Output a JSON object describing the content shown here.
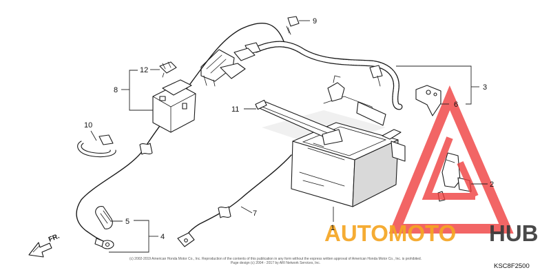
{
  "diagram": {
    "code": "KSC8F2500",
    "direction_marker": "FR.",
    "callouts": [
      "1",
      "2",
      "3",
      "4",
      "5",
      "6",
      "7",
      "8",
      "9",
      "10",
      "11",
      "12"
    ],
    "copyright_lines": [
      "(c) 2002-2019 American Honda Motor Co., Inc. Reproduction of the contents of this publication in any form without the express written approval of American Honda Motor Co., Inc. is prohibited.",
      "Page design (c) 2004 - 2017 by ARI Network Services, Inc."
    ]
  },
  "watermark": {
    "part1": "AUTOMOTO",
    "part2": "HUB",
    "colors": {
      "logo_red": "#ef3b3b",
      "text_orange": "#f5a623",
      "text_dark": "#3a3a3a"
    }
  }
}
